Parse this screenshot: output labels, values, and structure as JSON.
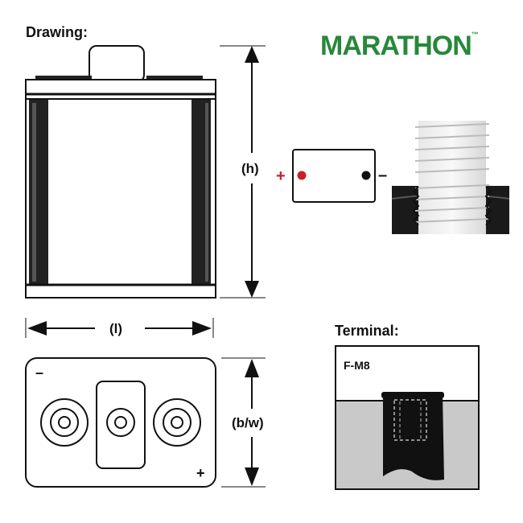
{
  "headings": {
    "drawing": "Drawing:",
    "terminal": "Terminal:"
  },
  "brand": {
    "name": "MARATHON",
    "trademark": "™",
    "color": "#27883a"
  },
  "dimensions": {
    "height": "(h)",
    "length": "(l)",
    "width": "(b/w)"
  },
  "polarity": {
    "positive": "+",
    "negative": "–"
  },
  "terminal_box": {
    "code": "F-M8"
  },
  "colors": {
    "outline": "#111111",
    "positive_dot": "#c8202a",
    "terminal_fill": "#c9c9c9"
  }
}
